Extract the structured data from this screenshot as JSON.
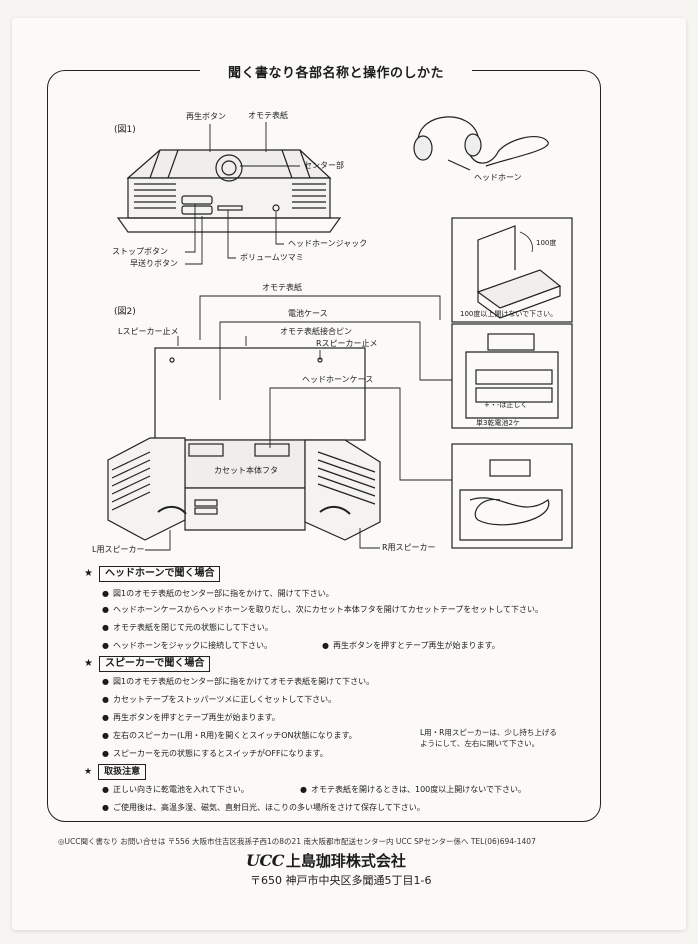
{
  "title": "聞く書なり各部名称と操作のしかた",
  "fig1": {
    "label": "(図1)",
    "callouts": {
      "play_button": "再生ボタン",
      "front_cover": "オモテ表紙",
      "center": "センター部",
      "headphone": "ヘッドホーン",
      "stop_button": "ストップボタン",
      "ff_button": "早送りボタン",
      "volume": "ボリュームツマミ",
      "headphone_jack": "ヘッドホーンジャック"
    }
  },
  "fig2": {
    "label": "(図2)",
    "callouts": {
      "front_cover": "オモテ表紙",
      "battery_case": "電池ケース",
      "l_speaker_stop": "Lスピーカー止メ",
      "cover_pin": "オモテ表紙接合ピン",
      "r_speaker_stop": "Rスピーカー止メ",
      "headphone_case": "ヘッドホーンケース",
      "cassette_lid": "カセット本体フタ",
      "l_speaker": "L用スピーカー",
      "r_speaker": "R用スピーカー"
    }
  },
  "side_panels": {
    "angle": "100度",
    "warning": "100度以上開けないで下さい。",
    "battery_polarity": "+・-は正しく",
    "battery_label": "単3乾電池2ケ"
  },
  "sections": [
    {
      "star": "★",
      "title": "ヘッドホーンで聞く場合",
      "items": [
        "図1のオモテ表紙のセンター部に指をかけて、開けて下さい。",
        "ヘッドホーンケースからヘッドホーンを取りだし、次にカセット本体フタを開けてカセットテープをセットして下さい。",
        "オモテ表紙を閉じて元の状態にして下さい。",
        "ヘッドホーンをジャックに接続して下さい。"
      ],
      "extra": "再生ボタンを押すとテープ再生が始まります。"
    },
    {
      "star": "★",
      "title": "スピーカーで聞く場合",
      "items": [
        "図1のオモテ表紙のセンター部に指をかけてオモテ表紙を開けて下さい。",
        "カセットテープをストッパーツメに正しくセットして下さい。",
        "再生ボタンを押すとテープ再生が始まります。",
        "左右のスピーカー(L用・R用)を開くとスイッチON状態になります。",
        "スピーカーを元の状態にするとスイッチがOFFになります。"
      ],
      "note_line1": "L用・R用スピーカーは、少し持ち上げる",
      "note_line2": "ようにして、左右に開いて下さい。"
    },
    {
      "star": "★",
      "title": "取扱注意",
      "items": [
        "正しい向きに乾電池を入れて下さい。",
        "ご使用後は、高温多湿、磁気、直射日光、ほこりの多い場所をさけて保存して下さい。"
      ],
      "extra": "オモテ表紙を開けるときは、100度以上開けないで下さい。"
    }
  ],
  "footer": {
    "contact": "◎UCC聞く書なり お問い合せは 〒556 大阪市住吉区我孫子西1の8の21 南大阪都市配送センター内 UCC SPセンター係へ TEL(06)694-1407",
    "logo": "UCC",
    "company": "上島珈琲株式会社",
    "address": "〒650 神戸市中央区多聞通5丁目1-6"
  }
}
